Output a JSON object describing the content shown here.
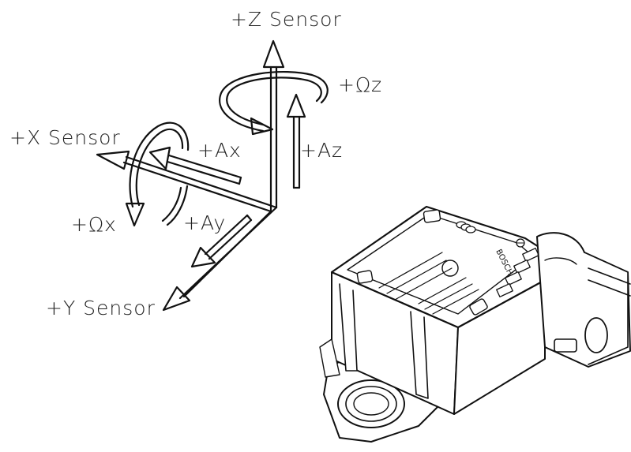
{
  "diagram": {
    "axes": {
      "z_label": "+Z Sensor",
      "x_label": "+X Sensor",
      "y_label": "+Y Sensor"
    },
    "quantities": {
      "omega_z": "+Ωz",
      "accel_z": "+Az",
      "accel_x": "+Ax",
      "omega_x": "+Ωx",
      "accel_y": "+Ay"
    },
    "device": {
      "brand_mark": "BOSCH",
      "brand_icon": "bosch-logo-icon"
    }
  }
}
